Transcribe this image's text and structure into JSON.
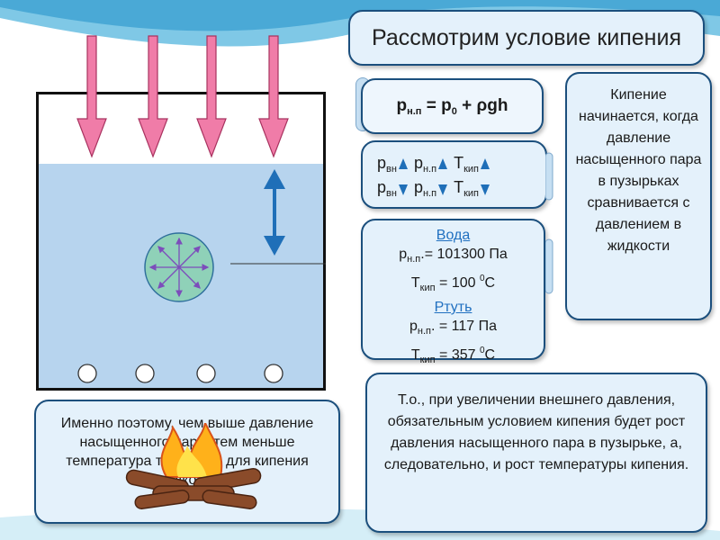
{
  "title": "Рассмотрим условие кипения",
  "formula": {
    "p": "p",
    "np": "н.п",
    "eq": "= p",
    "zero": "0",
    "rest": "+ ρgh"
  },
  "relation": {
    "p": "p",
    "T": "T",
    "vn": "вн",
    "np": "н.п",
    "kip": "кип"
  },
  "water": {
    "name": "Вода",
    "pressure_label": "p",
    "pressure_sub": "н.п",
    "pressure_value": ".= 101300 Па",
    "temp_label": "T",
    "temp_sub": "кип",
    "temp_value": "= 100",
    "temp_sup": "0",
    "temp_unit": "С"
  },
  "mercury": {
    "name": "Ртуть",
    "pressure_label": "p",
    "pressure_sub": "н.п",
    "pressure_value": ". = 117 Па",
    "temp_label": "T",
    "temp_sub": "кип",
    "temp_value": "= 357",
    "temp_sup": "0",
    "temp_unit": "С"
  },
  "right_note": "Кипение начинается, когда давление насыщенного пара в пузырьках сравнивается с давлением в жидкости",
  "bottom_left_note": "Именно поэтому, чем выше давление насыщенного пара, тем меньше температура требуется для кипения жидкости",
  "conclusion": "Т.о., при увеличении внешнего давления, обязательным условием кипения будет рост давления насыщенного пара в пузырьке, а, следовательно, и рост температуры кипения.",
  "colors": {
    "box_fill": "#e4f1fb",
    "box_border": "#1b4f7d",
    "water": "#b7d4ee",
    "pressure_arrow": "#f07ca8",
    "double_arrow": "#1f6fb8",
    "bubble": "#8fd1b8"
  }
}
